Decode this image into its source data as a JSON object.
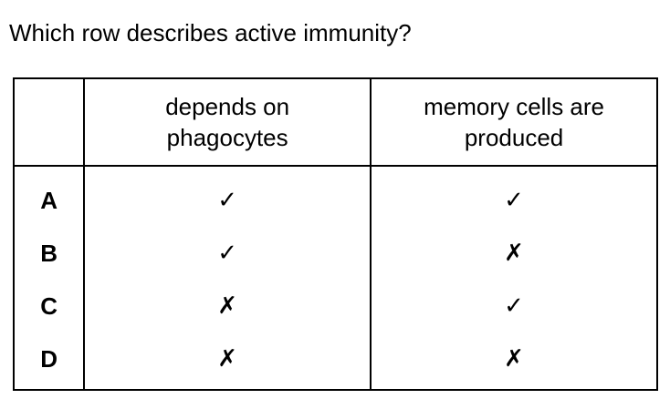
{
  "question": "Which row describes active immunity?",
  "table": {
    "headers": [
      "",
      "depends on\nphagocytes",
      "memory cells are\nproduced"
    ],
    "rows": [
      {
        "label": "A",
        "depends_on_phagocytes": "✓",
        "memory_cells_produced": "✓"
      },
      {
        "label": "B",
        "depends_on_phagocytes": "✓",
        "memory_cells_produced": "✗"
      },
      {
        "label": "C",
        "depends_on_phagocytes": "✗",
        "memory_cells_produced": "✓"
      },
      {
        "label": "D",
        "depends_on_phagocytes": "✗",
        "memory_cells_produced": "✗"
      }
    ]
  }
}
